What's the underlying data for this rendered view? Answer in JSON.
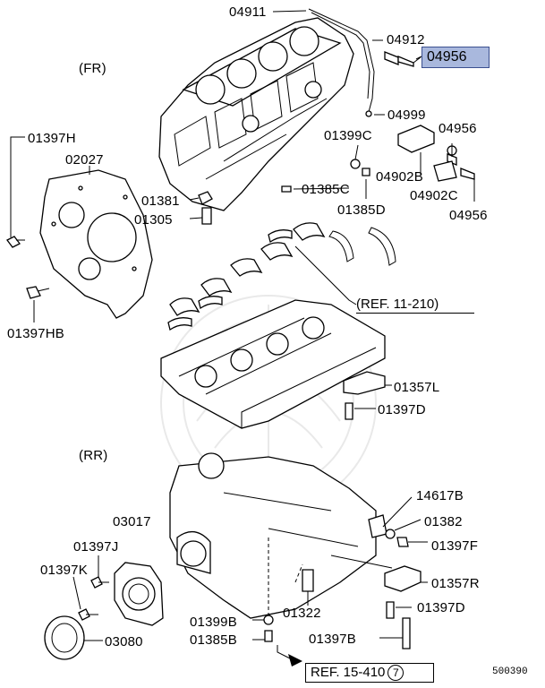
{
  "section_labels": {
    "front": "(FR)",
    "rear": "(RR)"
  },
  "parts": {
    "p04911": "04911",
    "p04912": "04912",
    "p04956_highlight": "04956",
    "p04999": "04999",
    "p04956_a": "04956",
    "p04956_b": "04956",
    "p01399C": "01399C",
    "p04902B": "04902B",
    "p04902C": "04902C",
    "p01397H": "01397H",
    "p02027": "02027",
    "p01381": "01381",
    "p01305": "01305",
    "p01385C": "01385C",
    "p01385D": "01385D",
    "p01397HB": "01397HB",
    "p01357L": "01357L",
    "p01397D_a": "01397D",
    "p14617B": "14617B",
    "p03017": "03017",
    "p01382": "01382",
    "p01397J": "01397J",
    "p01397F": "01397F",
    "p01397K": "01397K",
    "p01357R": "01357R",
    "p01397D_b": "01397D",
    "p01399B": "01399B",
    "p01322": "01322",
    "p01385B": "01385B",
    "p01397B": "01397B",
    "p03080": "03080"
  },
  "references": {
    "ref_bearing": "(REF. 11-210)",
    "ref_bottom": "REF. 15-410",
    "ref_bottom_circle": "7"
  },
  "diagram_number": "500390",
  "highlight_color": "#a9b8dd"
}
